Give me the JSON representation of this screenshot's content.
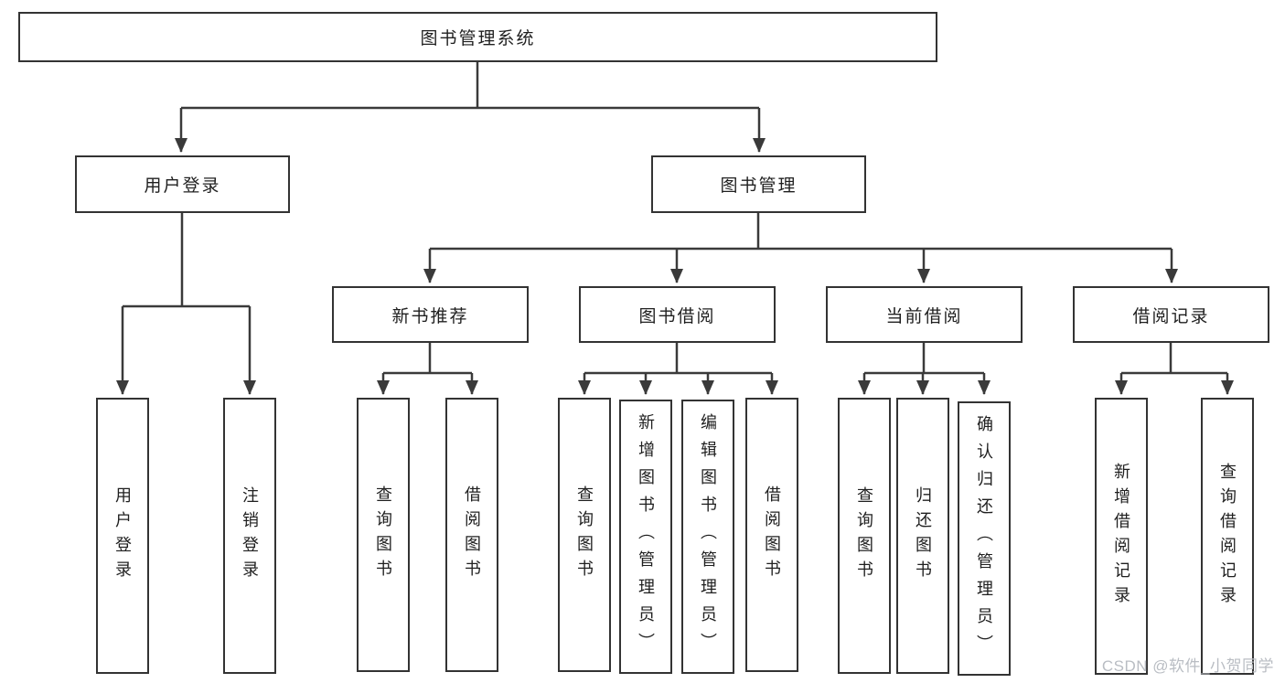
{
  "tree": {
    "root": {
      "label": "图书管理系统",
      "children": [
        {
          "label": "用户登录",
          "children": [
            {
              "label": "用户登录"
            },
            {
              "label": "注销登录"
            }
          ]
        },
        {
          "label": "图书管理",
          "children": [
            {
              "label": "新书推荐",
              "children": [
                {
                  "label": "查询图书"
                },
                {
                  "label": "借阅图书"
                }
              ]
            },
            {
              "label": "图书借阅",
              "children": [
                {
                  "label": "查询图书"
                },
                {
                  "label": "新增图书（管理员）"
                },
                {
                  "label": "编辑图书（管理员）"
                },
                {
                  "label": "借阅图书"
                }
              ]
            },
            {
              "label": "当前借阅",
              "children": [
                {
                  "label": "查询图书"
                },
                {
                  "label": "归还图书"
                },
                {
                  "label": "确认归还（管理员）"
                }
              ]
            },
            {
              "label": "借阅记录",
              "children": [
                {
                  "label": "新增借阅记录"
                },
                {
                  "label": "查询借阅记录"
                }
              ]
            }
          ]
        }
      ]
    }
  },
  "watermark": {
    "text": "CSDN @软件_小贺同学"
  },
  "colors": {
    "line": "#3a3a3a",
    "box_border": "#333333",
    "text": "#1f1f1f",
    "watermark": "#b9bdc3",
    "background": "#ffffff"
  }
}
